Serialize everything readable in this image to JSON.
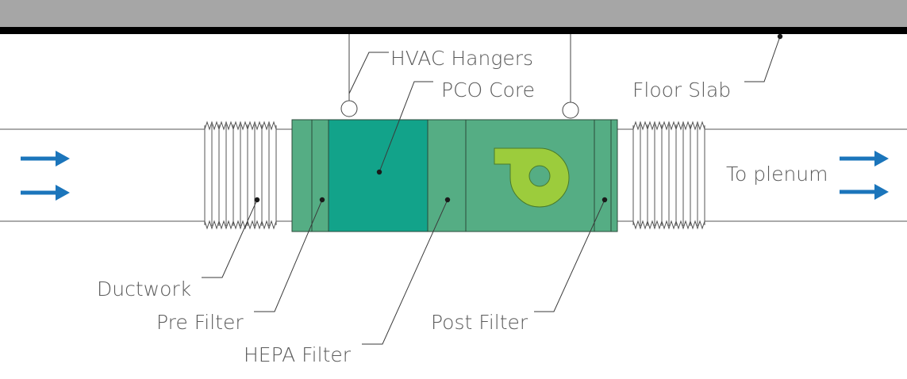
{
  "labels": {
    "hvac_hangers": "HVAC Hangers",
    "pco_core": "PCO Core",
    "floor_slab": "Floor Slab",
    "to_plenum": "To plenum",
    "ductwork": "Ductwork",
    "pre_filter": "Pre Filter",
    "hepa_filter": "HEPA Filter",
    "post_filter": "Post Filter"
  },
  "colors": {
    "slab": "#a6a6a6",
    "slab_edge": "#000000",
    "unit": "#55ad84",
    "pco_core": "#12a38a",
    "fan": "#9ccc3c",
    "arrow": "#1b75bb",
    "label_text": "#5a5a5a"
  },
  "icons": {
    "fan": "blower-fan-icon",
    "airflow": "right-arrow-icon"
  }
}
